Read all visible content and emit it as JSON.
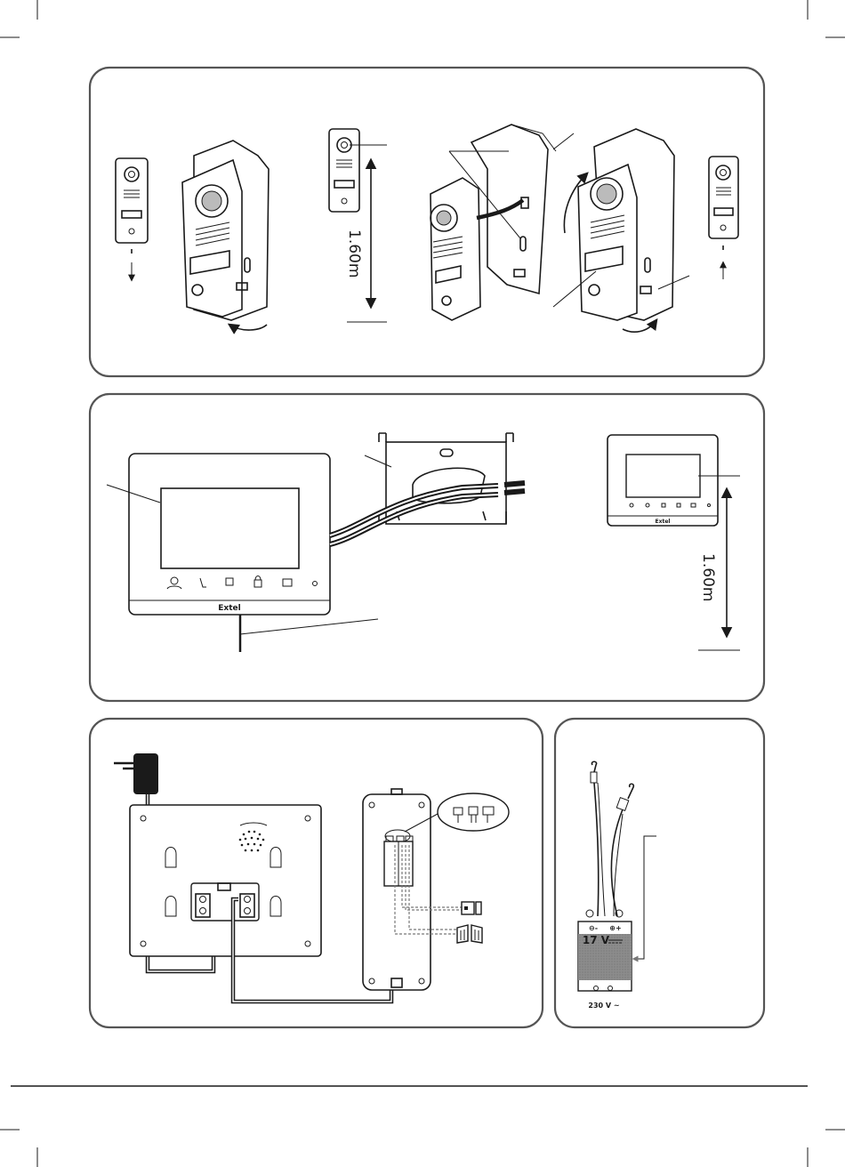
{
  "panel1": {
    "height_label": "1.60m"
  },
  "panel2": {
    "brand_label": "Extel",
    "brand_label_small": "Extel",
    "height_label": "1.60m"
  },
  "panel4": {
    "psu_voltage_label": "17 V",
    "mains_label": "230 V ~",
    "terminal_minus": "⊖-",
    "terminal_plus": "⊕+"
  },
  "colors": {
    "panel_border": "#555555",
    "line": "#1a1a1a",
    "psu_fill": "#8c8c8c"
  }
}
